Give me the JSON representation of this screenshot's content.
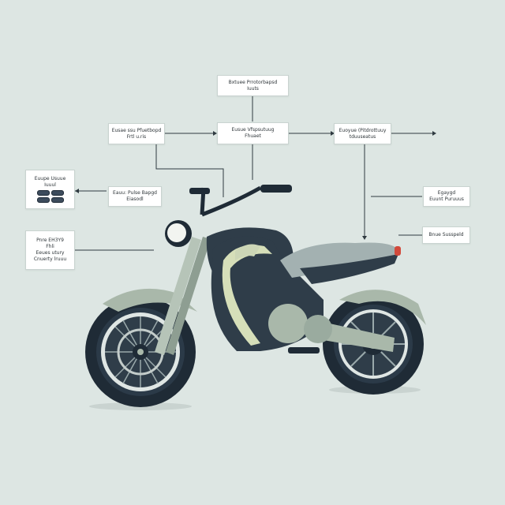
{
  "colors": {
    "background": "#dde6e3",
    "connector": "#2f3a40",
    "body_dark": "#2f3d49",
    "accent_light": "#d6dfb9",
    "sage": "#a9b8aa",
    "tire": "#1f2b36"
  },
  "labels": [
    {
      "id": "top-center",
      "lines": [
        "Bxtuee Prrotorbapsd",
        "Iuuts"
      ]
    },
    {
      "id": "mid-left",
      "lines": [
        "Eusae ssu Pfuetbopd",
        "Frtl u.ris"
      ]
    },
    {
      "id": "mid-center",
      "lines": [
        "Eusue Vfspsutuug",
        "Fhuaet"
      ]
    },
    {
      "id": "mid-right",
      "lines": [
        "Euoyue (Pitdrottuuy",
        "tduuseatus"
      ]
    },
    {
      "id": "far-left-top",
      "lines": [
        "Euupe Usuue",
        "Iuuul"
      ]
    },
    {
      "id": "handle-left",
      "lines": [
        "Eauu: Pulse Bapgd",
        "Eiasodl"
      ]
    },
    {
      "id": "far-left-bottom",
      "lines": [
        "Pnre EH3Y9",
        "Fhli",
        "Eeues utury",
        "Cnuerty lruuu"
      ]
    },
    {
      "id": "right-upper",
      "lines": [
        "Egaygd",
        "Euunt Puruuus"
      ]
    },
    {
      "id": "right-lower",
      "lines": [
        "Bnue Susspeld"
      ]
    }
  ]
}
